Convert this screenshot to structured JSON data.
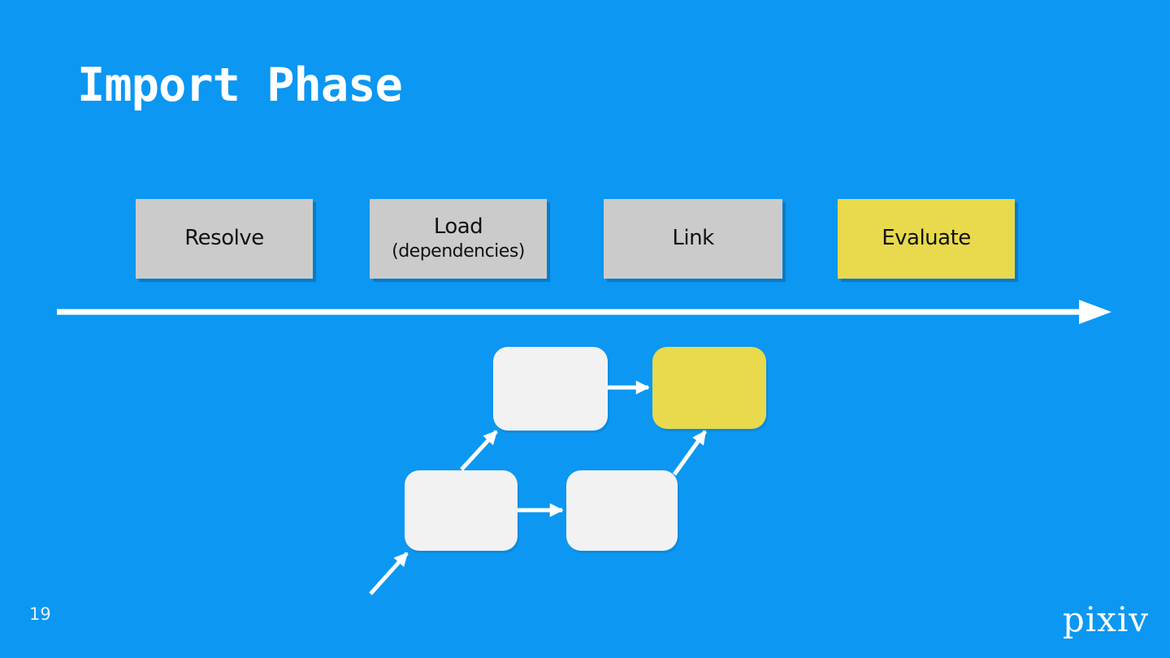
{
  "slide": {
    "title": "Import Phase",
    "page_number": "19",
    "brand": "pixiv"
  },
  "phases": [
    {
      "label": "Resolve",
      "sublabel": "",
      "highlighted": false
    },
    {
      "label": "Load",
      "sublabel": "(dependencies)",
      "highlighted": false
    },
    {
      "label": "Link",
      "sublabel": "",
      "highlighted": false
    },
    {
      "label": "Evaluate",
      "sublabel": "",
      "highlighted": true
    }
  ],
  "diagram": {
    "nodes": [
      {
        "id": "top-left",
        "fill": "white"
      },
      {
        "id": "top-right",
        "fill": "yellow"
      },
      {
        "id": "bottom-left",
        "fill": "white"
      },
      {
        "id": "bottom-middle",
        "fill": "white"
      }
    ],
    "edges": [
      {
        "from": "external",
        "to": "bottom-left"
      },
      {
        "from": "bottom-left",
        "to": "top-left"
      },
      {
        "from": "bottom-left",
        "to": "bottom-middle"
      },
      {
        "from": "top-left",
        "to": "top-right"
      },
      {
        "from": "bottom-middle",
        "to": "top-right"
      }
    ]
  },
  "colors": {
    "background": "#0b97f2",
    "box_gray": "#cbcbcb",
    "box_yellow": "#e9d94c",
    "node_white": "#f2f2f2",
    "text_dark": "#111111",
    "text_light": "#ffffff"
  }
}
